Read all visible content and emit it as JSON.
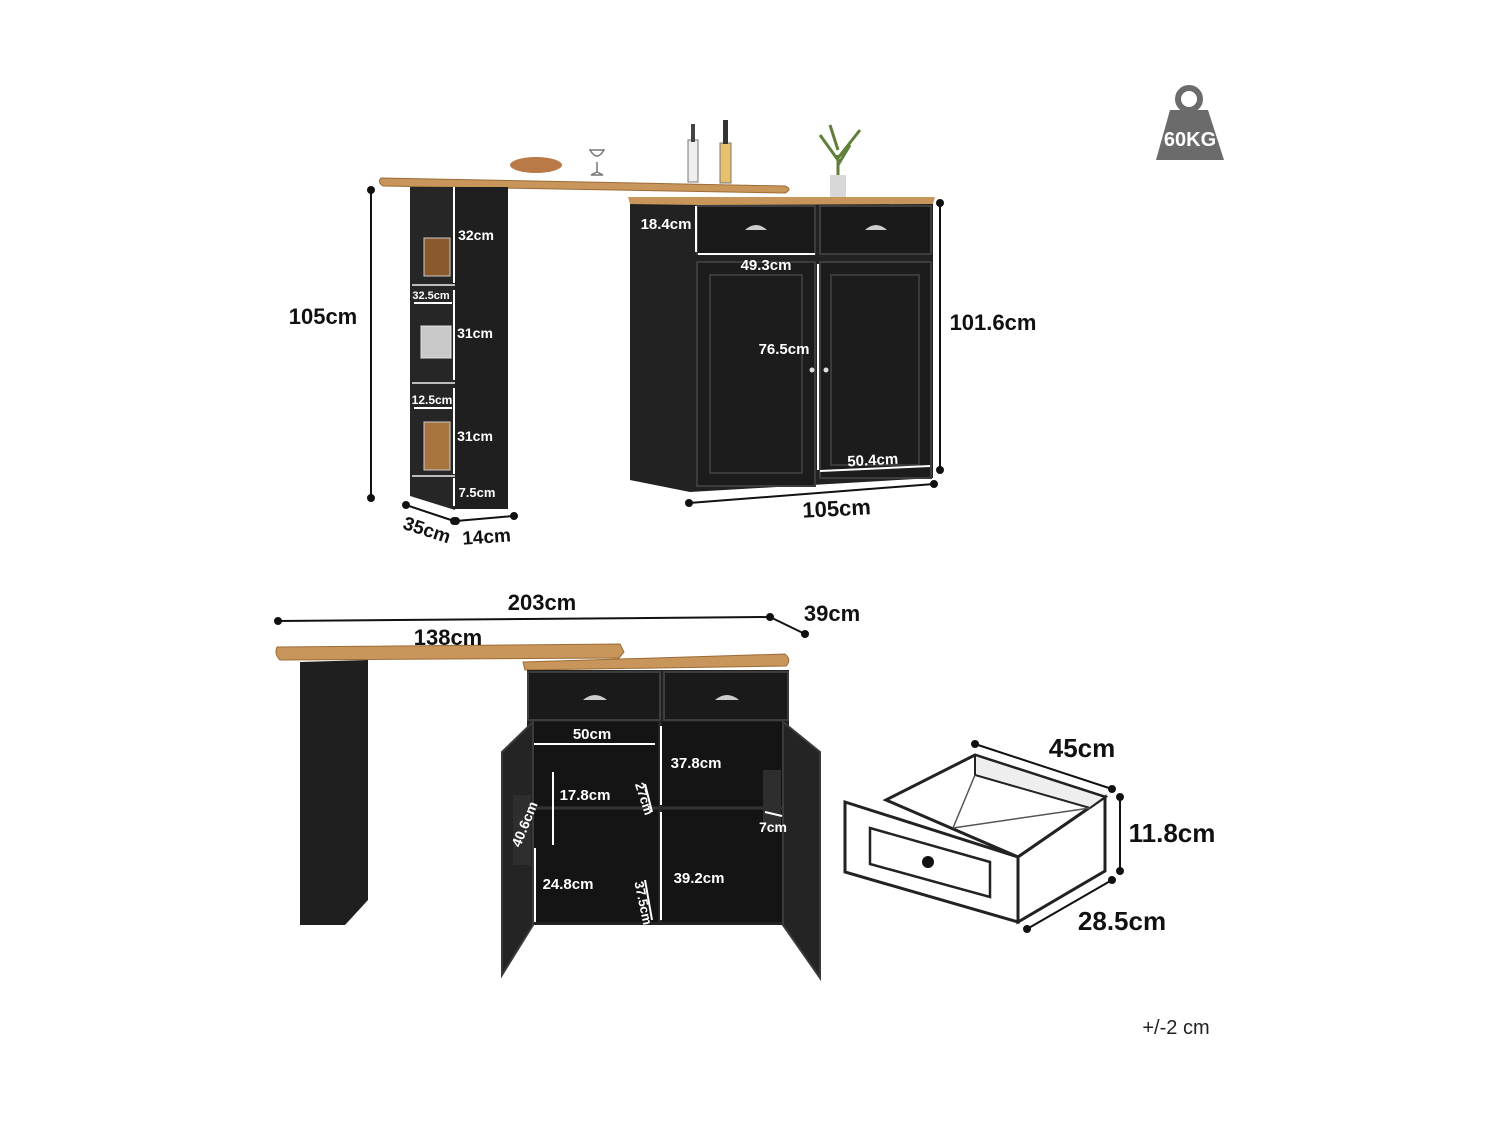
{
  "weight": {
    "label": "60KG",
    "icon": "weight-icon"
  },
  "tolerance": "+/-2 cm",
  "colors": {
    "cabinet": "#1f1f1f",
    "cabinet_edge": "#3a3a3a",
    "wood_top": "#c8955a",
    "line": "#111111",
    "white": "#ffffff"
  },
  "top_view": {
    "total_height": "105cm",
    "shelf_heights": [
      "32cm",
      "31cm",
      "31cm",
      "7.5cm"
    ],
    "shelf_depths": [
      "32.5cm",
      "12.5cm"
    ],
    "column_depth": "35cm",
    "column_width": "14cm",
    "drawer_height": "18.4cm",
    "drawer_width": "49.3cm",
    "door_height": "76.5cm",
    "door_width": "50.4cm",
    "cabinet_height": "101.6cm",
    "cabinet_width": "105cm"
  },
  "bottom_view": {
    "total_length": "203cm",
    "top_depth": "39cm",
    "top_length": "138cm",
    "inner_width": "50cm",
    "upper_height": "37.8cm",
    "lower_height": "39.2cm",
    "door_shelf_depth_1": "17.8cm",
    "door_shelf_height": "40.6cm",
    "door_shelf_depth_2": "24.8cm",
    "shelf_depth_27": "27cm",
    "shelf_depth_37_5": "37.5cm",
    "door_ledge": "7cm"
  },
  "drawer": {
    "width": "45cm",
    "height": "11.8cm",
    "depth": "28.5cm"
  }
}
